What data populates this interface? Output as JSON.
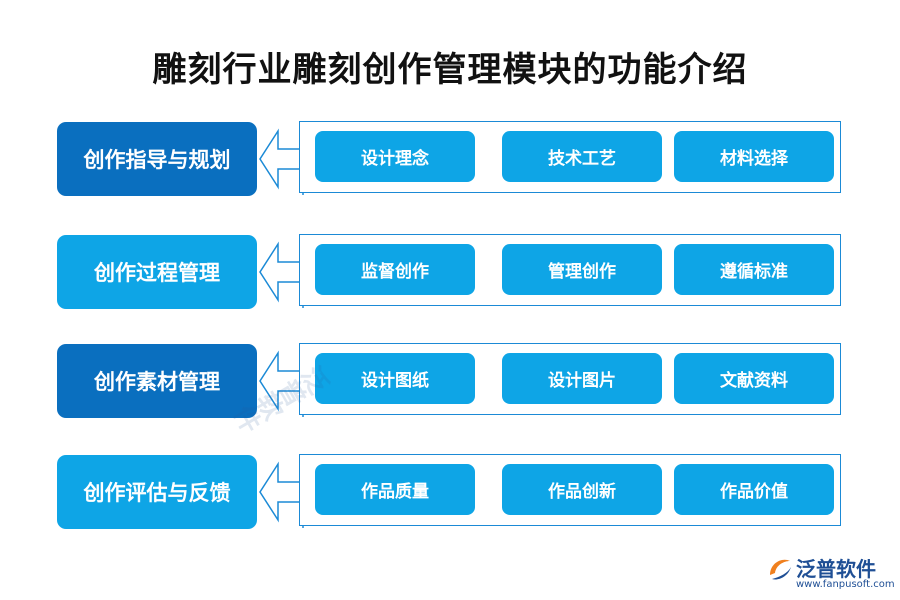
{
  "title": "雕刻行业雕刻创作管理模块的功能介绍",
  "rows": [
    {
      "category": "创作指导与规划",
      "items": [
        "设计理念",
        "技术工艺",
        "材料选择"
      ]
    },
    {
      "category": "创作过程管理",
      "items": [
        "监督创作",
        "管理创作",
        "遵循标准"
      ]
    },
    {
      "category": "创作素材管理",
      "items": [
        "设计图纸",
        "设计图片",
        "文献资料"
      ]
    },
    {
      "category": "创作评估与反馈",
      "items": [
        "作品质量",
        "作品创新",
        "作品价值"
      ]
    }
  ],
  "watermark": "泛普软件",
  "logo": {
    "name": "泛普软件",
    "url": "www.fanpusoft.com"
  },
  "colors": {
    "dark_box": "#0a6fbf",
    "light_box": "#0ea5e6",
    "panel_border": "#1b8ad6"
  },
  "icons": {
    "arrow": "left-chevron-arrow-icon",
    "logo": "fanpu-logo-icon"
  }
}
